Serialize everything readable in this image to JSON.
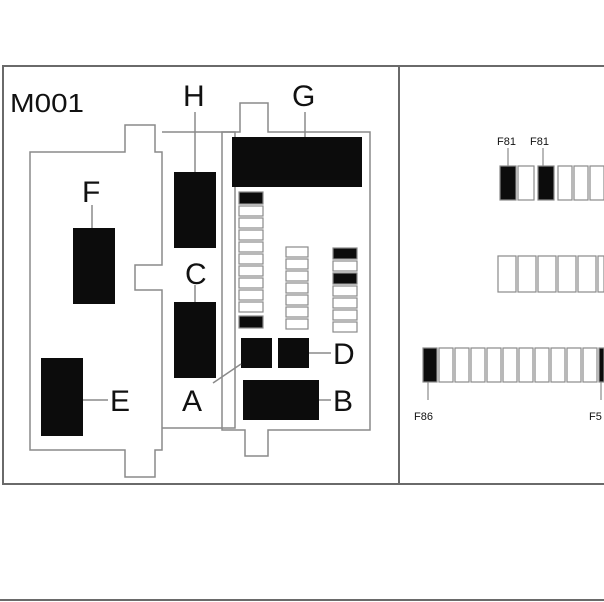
{
  "panel_left": {
    "code": "M001",
    "components": {
      "A": "A",
      "B": "B",
      "C": "C",
      "D": "D",
      "E": "E",
      "F": "F",
      "G": "G",
      "H": "H"
    }
  },
  "panel_right": {
    "fuse_labels": {
      "top_1": "F81",
      "top_2": "F81",
      "bottom_left": "F86",
      "bottom_right": "F5"
    }
  },
  "colors": {
    "line": "#8a8a8a",
    "block": "#0c0c0c",
    "frame": "#6a6a6a"
  }
}
